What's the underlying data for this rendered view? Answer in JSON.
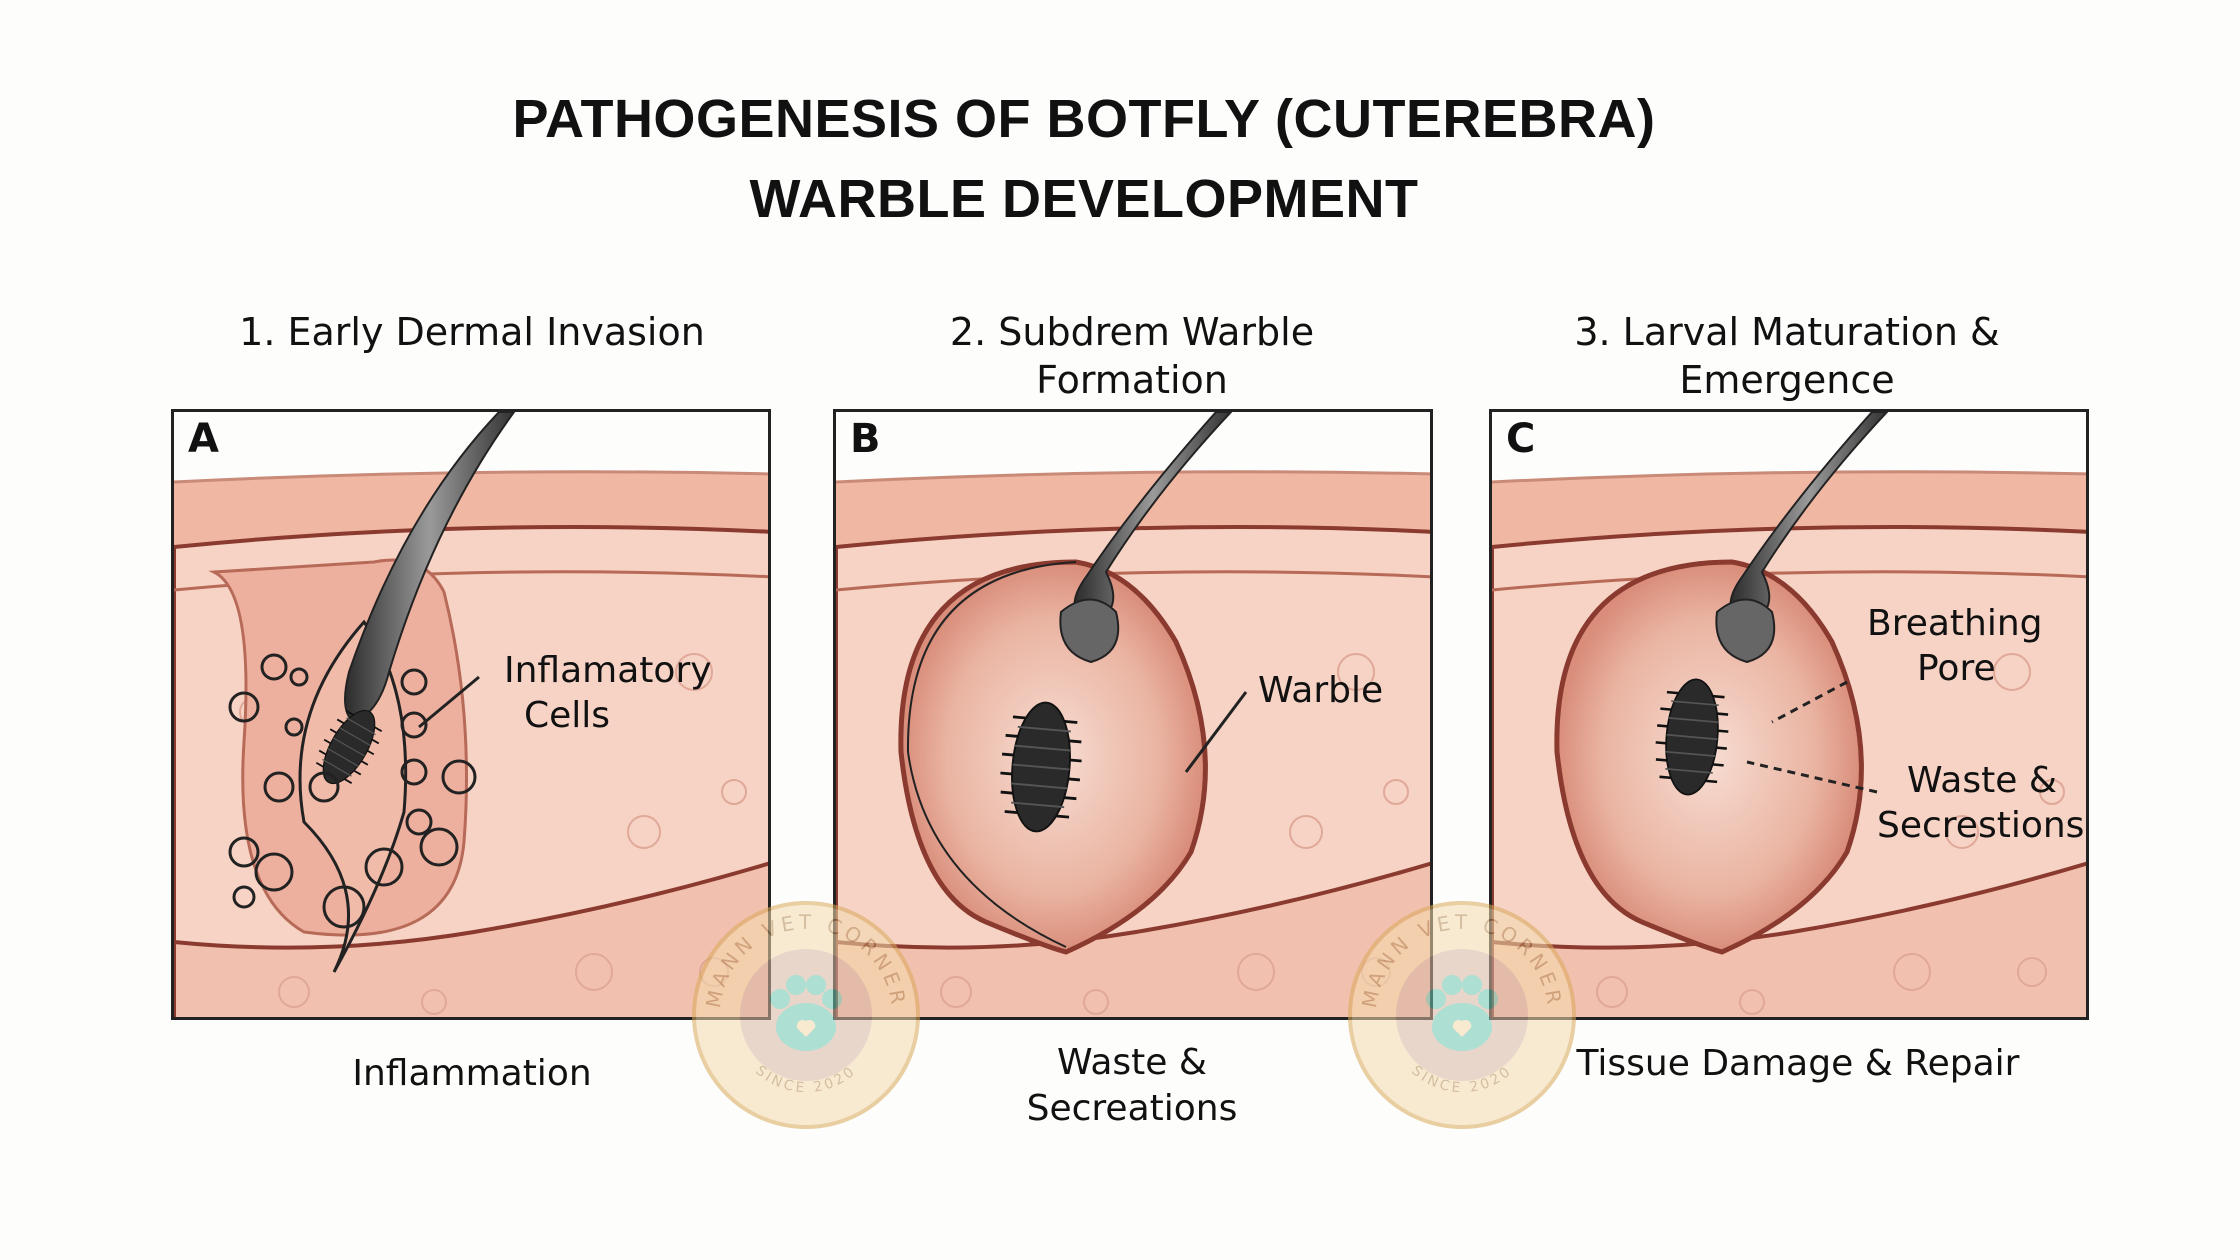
{
  "title": {
    "line1": "PATHOGENESIS OF BOTFLY (CUTEREBRA)",
    "line2": "WARBLE DEVELOPMENT"
  },
  "panels": [
    {
      "letter": "A",
      "header": [
        "1. Early Dermal Invasion"
      ],
      "labels": [
        "Inflamatory",
        "Cells"
      ],
      "caption": [
        "Inflammation"
      ]
    },
    {
      "letter": "B",
      "header": [
        "2. Subdrem Warble",
        "Formation"
      ],
      "labels": [
        "Warble"
      ],
      "caption": [
        "Waste &",
        "Secreations"
      ]
    },
    {
      "letter": "C",
      "header": [
        "3. Larval Maturation &",
        "Emergence"
      ],
      "labels": [
        "Breathing",
        "Pore",
        "Waste &",
        "Secrestions"
      ],
      "caption": [
        "Tissue Damage & Repair"
      ]
    }
  ],
  "watermark": {
    "top": "MANN VET CORNER",
    "bottom": "SINCE 2020"
  },
  "colors": {
    "skin": "#f3c9ba",
    "epidermis": "#efb9a5",
    "outline": "#8a3a2e",
    "hair": "#4a4a4a",
    "seal": "#e8c88a",
    "paw": "#6cc7b0"
  }
}
